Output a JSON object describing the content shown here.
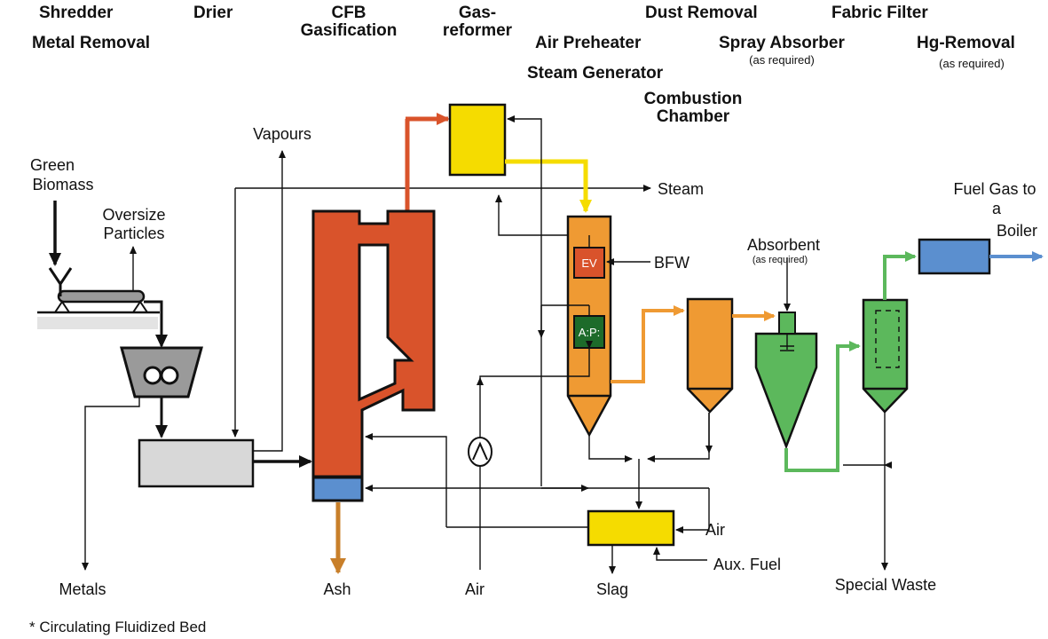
{
  "headers": {
    "shredder": "Shredder",
    "metal_removal": "Metal Removal",
    "drier": "Drier",
    "cfb_line1": "CFB",
    "cfb_line2": "Gasification",
    "gas_line1": "Gas-",
    "gas_line2": "reformer",
    "dust_removal": "Dust Removal",
    "air_preheater": "Air Preheater",
    "steam_generator": "Steam Generator",
    "combustion_line1": "Combustion",
    "combustion_line2": "Chamber",
    "fabric_filter": "Fabric Filter",
    "spray_absorber": "Spray Absorber",
    "spray_note": "(as required)",
    "hg_removal": "Hg-Removal",
    "hg_note": "(as required)"
  },
  "labels": {
    "green_line1": "Green",
    "green_line2": "Biomass",
    "oversize_line1": "Oversize",
    "oversize_line2": "Particles",
    "vapours": "Vapours",
    "steam": "Steam",
    "bfw": "BFW",
    "absorbent": "Absorbent",
    "absorbent_note": "(as required)",
    "fuel_line1": "Fuel Gas to",
    "fuel_line2": "a",
    "fuel_line3": "Boiler",
    "metals": "Metals",
    "ash": "Ash",
    "air_bottom": "Air",
    "slag": "Slag",
    "air_right": "Air",
    "aux_fuel": "Aux. Fuel",
    "special_waste": "Special Waste",
    "footnote": "* Circulating Fluidized Bed",
    "ev": "EV",
    "ap": "A:P:"
  },
  "colors": {
    "cfb": "#d9532b",
    "reformer": "#f5dc00",
    "orange": "#ef9a33",
    "green": "#5cb85c",
    "blue": "#5b8fcf",
    "dark_green": "#1d6b2a",
    "drier": "#d8d8d8",
    "ash_arrow": "#c87f2a",
    "bed": "#5b8fcf"
  }
}
